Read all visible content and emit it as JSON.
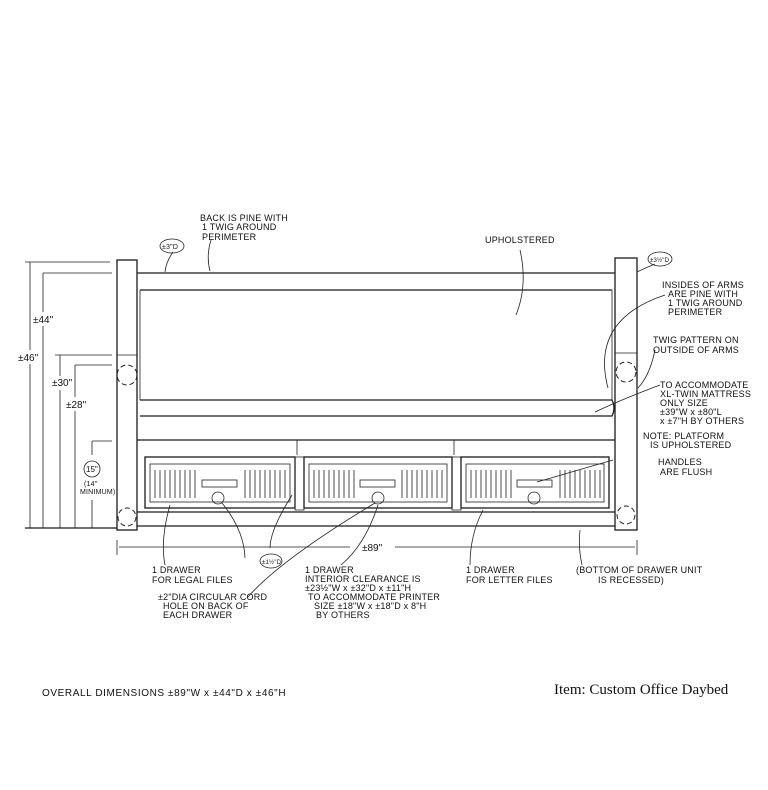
{
  "notes": {
    "back": [
      "BACK IS PINE WITH",
      "1 TWIG AROUND",
      "PERIMETER"
    ],
    "back_diameter": "±3\"D",
    "upholstered": "UPHOLSTERED",
    "post_diameter": "±3½\"D",
    "arms_inside": [
      "INSIDES OF ARMS",
      "ARE PINE WITH",
      "1 TWIG AROUND",
      "PERIMETER"
    ],
    "arms_outside": [
      "TWIG PATTERN ON",
      "OUTSIDE OF ARMS"
    ],
    "mattress": [
      "TO ACCOMMODATE",
      "XL-TWIN MATTRESS",
      "ONLY SIZE",
      "±39\"W x ±80\"L",
      "x ±7\"H BY OTHERS"
    ],
    "platform": [
      "NOTE: PLATFORM",
      "IS UPHOLSTERED"
    ],
    "handles": [
      "HANDLES",
      "ARE FLUSH"
    ],
    "drawer_legal": [
      "1 DRAWER",
      "FOR LEGAL FILES"
    ],
    "cord_hole": [
      "±2\"DIA CIRCULAR CORD",
      "HOLE ON BACK OF",
      "EACH DRAWER"
    ],
    "divider_diameter": "±1½\"D",
    "drawer_printer": [
      "1 DRAWER",
      "INTERIOR CLEARANCE IS",
      "±23½\"W x ±32\"D x ±11\"H",
      "TO ACCOMMODATE PRINTER",
      "SIZE ±18\"W x ±18\"D x 8\"H",
      "BY OTHERS"
    ],
    "drawer_letter": [
      "1 DRAWER",
      "FOR LETTER FILES"
    ],
    "recessed": [
      "(BOTTOM OF DRAWER UNIT",
      "IS RECESSED)"
    ]
  },
  "dimensions": {
    "overall_height": "±46\"",
    "back_height": "±44\"",
    "arm_height": "±30\"",
    "arm_inner_height": "±28\"",
    "seat_height": "15\"",
    "seat_min": [
      "(14\"",
      "MINIMUM)"
    ],
    "width": "±89\""
  },
  "footer": {
    "overall": "OVERALL DIMENSIONS ±89\"W x ±44\"D x ±46\"H",
    "item": "Item: Custom Office Daybed"
  }
}
